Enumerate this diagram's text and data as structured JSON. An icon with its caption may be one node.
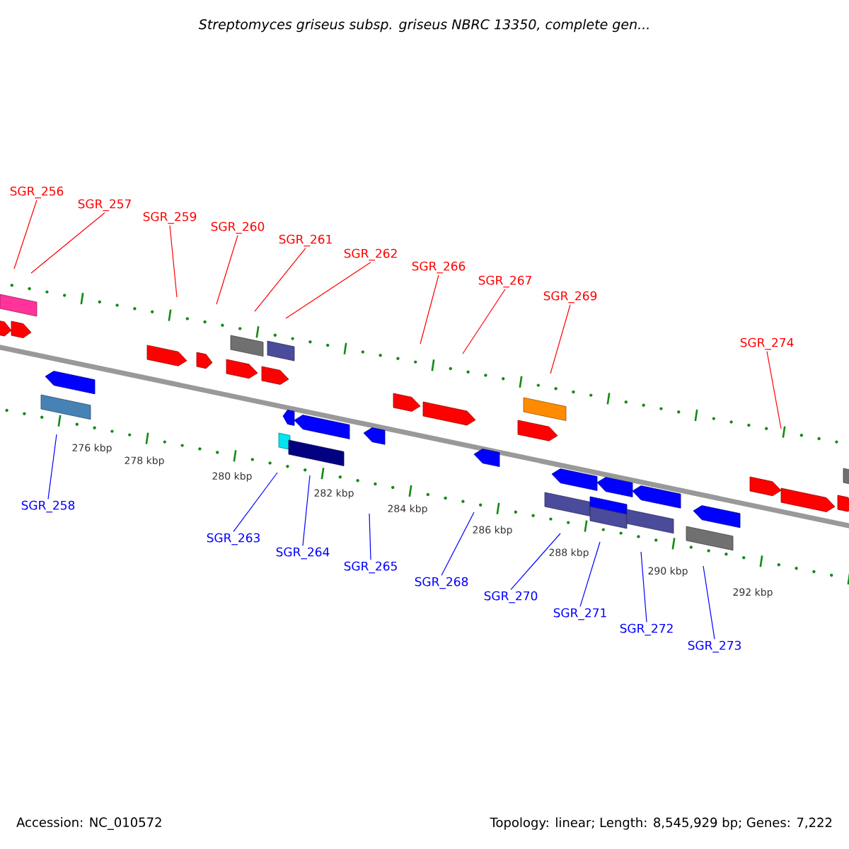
{
  "diagram": {
    "title": "Streptomyces griseus subsp. griseus NBRC 13350, complete gen...",
    "nodes": [
      {
        "text": [
          "SGR_256"
        ]
      },
      {
        "text": [
          "SGR_257"
        ]
      },
      {
        "text": [
          "SGR_259"
        ]
      },
      {
        "text": [
          "SGR_260"
        ]
      },
      {
        "text": [
          "SGR_261"
        ]
      },
      {
        "text": [
          "SGR_262"
        ]
      },
      {
        "text": [
          "SGR_266"
        ]
      },
      {
        "text": [
          "SGR_267"
        ]
      },
      {
        "text": [
          "SGR_269"
        ]
      },
      {
        "text": [
          "SGR_274"
        ]
      },
      {
        "text": [
          "SGR_258"
        ]
      },
      {
        "text": [
          "SGR_263"
        ]
      },
      {
        "text": [
          "SGR_264"
        ]
      },
      {
        "text": [
          "SGR_265"
        ]
      },
      {
        "text": [
          "SGR_268"
        ]
      },
      {
        "text": [
          "SGR_270"
        ]
      },
      {
        "text": [
          "SGR_271"
        ]
      },
      {
        "text": [
          "SGR_272"
        ]
      },
      {
        "text": [
          "SGR_273"
        ]
      }
    ],
    "edges": [
      {
        "from": 0,
        "to": null,
        "arrow": "none"
      },
      {
        "from": 1,
        "to": null,
        "arrow": "none"
      },
      {
        "from": 2,
        "to": null,
        "arrow": "none"
      },
      {
        "from": 3,
        "to": null,
        "arrow": "none"
      },
      {
        "from": 4,
        "to": null,
        "arrow": "none"
      },
      {
        "from": 5,
        "to": null,
        "arrow": "none"
      },
      {
        "from": 6,
        "to": null,
        "arrow": "none"
      },
      {
        "from": 7,
        "to": null,
        "arrow": "none"
      },
      {
        "from": 8,
        "to": null,
        "arrow": "none"
      },
      {
        "from": 9,
        "to": null,
        "arrow": "none"
      },
      {
        "from": 10,
        "to": null,
        "arrow": "none",
        "color": "#0000ff"
      },
      {
        "from": 11,
        "to": null,
        "arrow": "none",
        "color": "#0000ff"
      },
      {
        "from": 12,
        "to": null,
        "arrow": "none",
        "color": "#0000ff"
      },
      {
        "from": 13,
        "to": null,
        "arrow": "none",
        "color": "#0000ff"
      },
      {
        "from": 14,
        "to": null,
        "arrow": "none",
        "color": "#0000ff"
      },
      {
        "from": 15,
        "to": null,
        "arrow": "none",
        "color": "#0000ff"
      },
      {
        "from": 16,
        "to": null,
        "arrow": "none",
        "color": "#0000ff"
      },
      {
        "from": 17,
        "to": null,
        "arrow": "none",
        "color": "#0000ff"
      },
      {
        "from": 18,
        "to": null,
        "arrow": "none",
        "color": "#0000ff"
      }
    ],
    "labels": [
      "276 kbp",
      "278 kbp",
      "280 kbp",
      "282 kbp",
      "284 kbp",
      "286 kbp",
      "288 kbp",
      "290 kbp",
      "292 kbp",
      "Accession: NC_010572",
      "Topology: linear; Length: 8,545,929 bp; Genes: 7,222"
    ]
  }
}
